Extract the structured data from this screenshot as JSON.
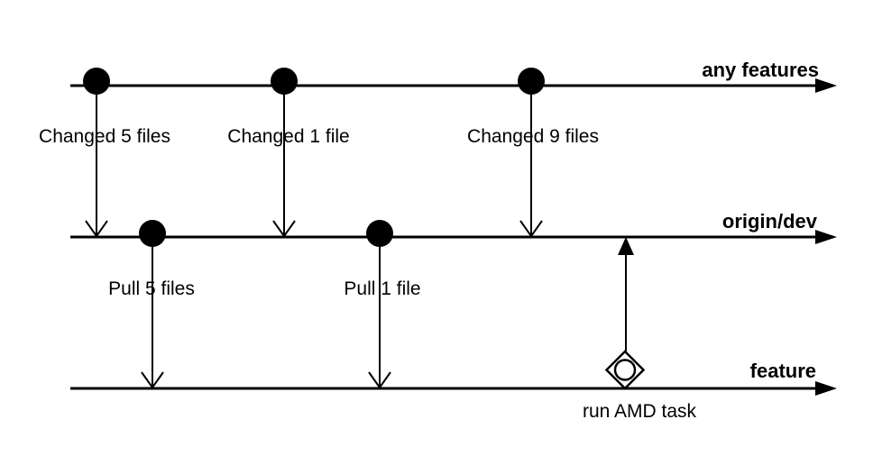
{
  "colors": {
    "ink": "#000000",
    "background": "#ffffff"
  },
  "lanes": [
    {
      "id": "any-features",
      "label": "any features",
      "commit_dots": 3
    },
    {
      "id": "origin-dev",
      "label": "origin/dev",
      "commit_dots": 2
    },
    {
      "id": "feature",
      "label": "feature",
      "commit_dots": 0
    }
  ],
  "transfers": [
    {
      "label": "Changed 5 files",
      "from": "any features",
      "to": "origin/dev",
      "direction": "down"
    },
    {
      "label": "Changed 1 file",
      "from": "any features",
      "to": "origin/dev",
      "direction": "down"
    },
    {
      "label": "Changed 9 files",
      "from": "any features",
      "to": "origin/dev",
      "direction": "down"
    },
    {
      "label": "Pull 5 files",
      "from": "origin/dev",
      "to": "feature",
      "direction": "down"
    },
    {
      "label": "Pull 1 file",
      "from": "origin/dev",
      "to": "feature",
      "direction": "down"
    },
    {
      "label": "run AMD task",
      "from": "feature",
      "to": "origin/dev",
      "direction": "up",
      "marker": "diamond-with-circle"
    }
  ]
}
